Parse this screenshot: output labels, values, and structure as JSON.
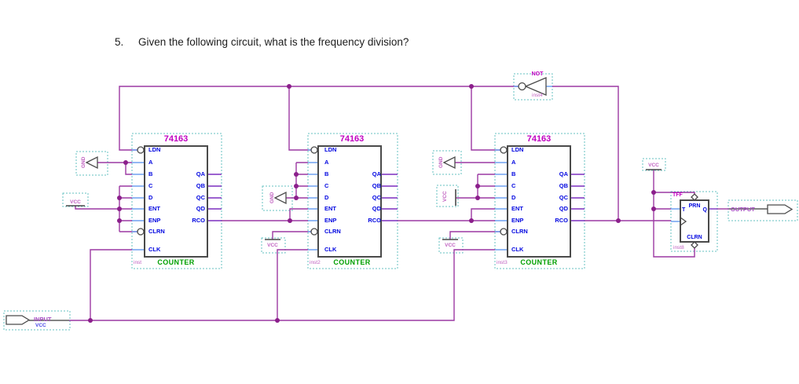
{
  "question": {
    "number": "5.",
    "text": "Given the following circuit, what is the frequency division?"
  },
  "counters": [
    {
      "part": "74163",
      "function": "COUNTER",
      "instance": "inst",
      "inputs": {
        "ldn": "LDN",
        "a": "A",
        "b": "B",
        "c": "C",
        "d": "D",
        "ent": "ENT",
        "enp": "ENP",
        "clrn": "CLRN",
        "clk": "CLK"
      },
      "outputs": {
        "qa": "QA",
        "qb": "QB",
        "qc": "QC",
        "qd": "QD",
        "rco": "RCO"
      }
    },
    {
      "part": "74163",
      "function": "COUNTER",
      "instance": "inst2",
      "inputs": {
        "ldn": "LDN",
        "a": "A",
        "b": "B",
        "c": "C",
        "d": "D",
        "ent": "ENT",
        "enp": "ENP",
        "clrn": "CLRN",
        "clk": "CLK"
      },
      "outputs": {
        "qa": "QA",
        "qb": "QB",
        "qc": "QC",
        "qd": "QD",
        "rco": "RCO"
      }
    },
    {
      "part": "74163",
      "function": "COUNTER",
      "instance": "inst3",
      "inputs": {
        "ldn": "LDN",
        "a": "A",
        "b": "B",
        "c": "C",
        "d": "D",
        "ent": "ENT",
        "enp": "ENP",
        "clrn": "CLRN",
        "clk": "CLK"
      },
      "outputs": {
        "qa": "QA",
        "qb": "QB",
        "qc": "QC",
        "qd": "QD",
        "rco": "RCO"
      }
    }
  ],
  "not_gate": {
    "type": "NOT",
    "instance": "inst4"
  },
  "tff": {
    "type": "TFF",
    "instance": "inst8",
    "ports": {
      "prn": "PRN",
      "t": "T",
      "q": "Q",
      "clrn": "CLRN"
    }
  },
  "input_pin": {
    "name": "INPUT",
    "default_value": "VCC"
  },
  "output_pin": {
    "name": "OUTPUT"
  },
  "power_labels": {
    "gnd": "GND",
    "vcc": "VCC"
  },
  "colors": {
    "wire": "#9c39a3",
    "junction": "#8b1f8b",
    "input_stub": "#6fa0f0",
    "output_stub": "#7b2fbf",
    "port_text": "#0005e0",
    "part_number_text": "#c000c0",
    "function_text": "#00a000",
    "instance_text": "#c060c0",
    "selection_box": "#66c2c2",
    "symbol_outline": "#4a4a4a"
  }
}
